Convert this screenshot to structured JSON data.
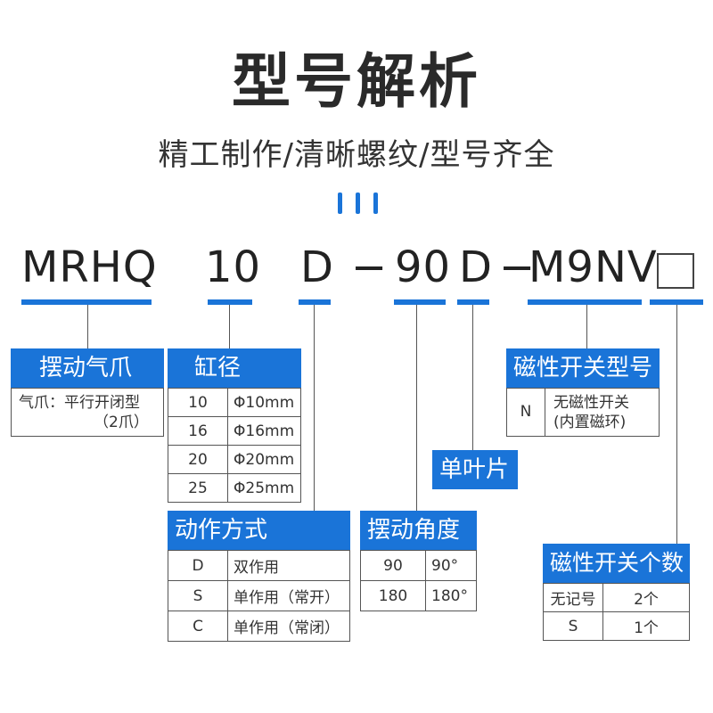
{
  "title": "型号解析",
  "subtitle": "精工制作/清晰螺纹/型号齐全",
  "code": {
    "series": "MRHQ",
    "bore": "10",
    "action": "D",
    "dash1": "−",
    "angle": "90",
    "single": "D",
    "dash2": "−",
    "switch": "M9NV"
  },
  "groups": {
    "type": {
      "header": "摆动气爪",
      "line1": "气爪：平行开闭型",
      "line2": "（2爪）"
    },
    "bore": {
      "header": "缸径",
      "rows": [
        {
          "code": "10",
          "value": "Φ10mm"
        },
        {
          "code": "16",
          "value": "Φ16mm"
        },
        {
          "code": "20",
          "value": "Φ20mm"
        },
        {
          "code": "25",
          "value": "Φ25mm"
        }
      ]
    },
    "action": {
      "header": "动作方式",
      "rows": [
        {
          "code": "D",
          "value": "双作用"
        },
        {
          "code": "S",
          "value": "单作用（常开）"
        },
        {
          "code": "C",
          "value": "单作用（常闭）"
        }
      ]
    },
    "angle": {
      "header": "摆动角度",
      "rows": [
        {
          "code": "90",
          "value": "90°"
        },
        {
          "code": "180",
          "value": "180°"
        }
      ]
    },
    "single": {
      "header": "单叶片"
    },
    "switch_type": {
      "header": "磁性开关型号",
      "code": "N",
      "line1": "无磁性开关",
      "line2": "(内置磁环)"
    },
    "switch_count": {
      "header": "磁性开关个数",
      "rows": [
        {
          "code": "无记号",
          "value": "2个"
        },
        {
          "code": "S",
          "value": "1个"
        }
      ]
    }
  },
  "colors": {
    "accent": "#1a74d8",
    "text": "#222222",
    "line": "#555555"
  }
}
